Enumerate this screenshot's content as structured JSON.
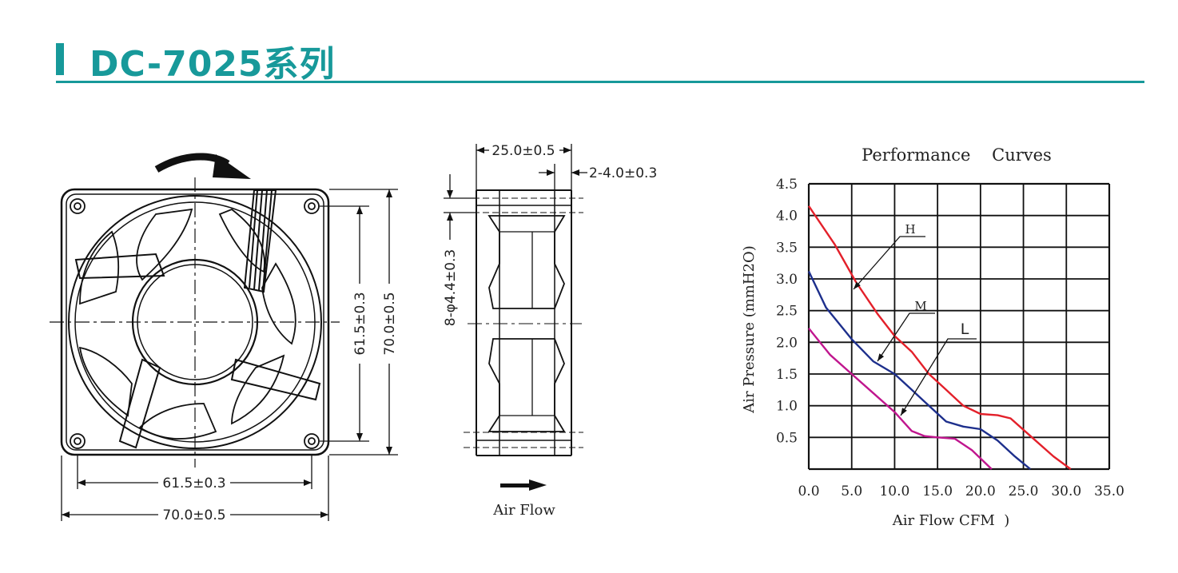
{
  "header": {
    "title": "DC-7025系列",
    "accent_color": "#17999a"
  },
  "front_view": {
    "dim_width_holes": "61.5±0.3",
    "dim_width_total": "70.0±0.5",
    "dim_height_holes": "61.5±0.3",
    "dim_height_total": "70.0±0.5",
    "icon": "rotation-arrow-icon"
  },
  "side_view": {
    "dim_thickness": "25.0±0.5",
    "dim_flange": "2-4.0±0.3",
    "dim_holes": "8-φ4.4±0.3",
    "airflow_label": "Air Flow",
    "icon": "airflow-arrow-icon"
  },
  "chart_data": {
    "type": "line",
    "title": "Performance    Curves",
    "xlabel": "Air Flow CFM  )",
    "ylabel": "Air Pressure (mmH2O)",
    "xlim": [
      0,
      35
    ],
    "ylim": [
      0,
      4.5
    ],
    "grid": true,
    "x_ticks": [
      "0.0",
      "5.0",
      "10.0",
      "15.0",
      "20.0",
      "25.0",
      "30.0",
      "35.0"
    ],
    "y_ticks": [
      "0.5",
      "1.0",
      "1.5",
      "2.0",
      "2.5",
      "3.0",
      "3.5",
      "4.0",
      "4.5"
    ],
    "series": [
      {
        "name": "H",
        "color": "#e3202a",
        "points": [
          [
            0,
            4.15
          ],
          [
            3,
            3.55
          ],
          [
            5.5,
            2.95
          ],
          [
            8,
            2.45
          ],
          [
            10,
            2.1
          ],
          [
            12,
            1.85
          ],
          [
            14,
            1.5
          ],
          [
            16,
            1.25
          ],
          [
            18,
            1.0
          ],
          [
            20,
            0.87
          ],
          [
            22,
            0.85
          ],
          [
            23.5,
            0.8
          ],
          [
            26,
            0.5
          ],
          [
            28.5,
            0.2
          ],
          [
            30.5,
            0
          ]
        ]
      },
      {
        "name": "M",
        "color": "#1d2f8c",
        "points": [
          [
            0,
            3.12
          ],
          [
            2,
            2.55
          ],
          [
            5,
            2.05
          ],
          [
            7.5,
            1.7
          ],
          [
            10,
            1.5
          ],
          [
            12,
            1.25
          ],
          [
            14,
            1.0
          ],
          [
            16,
            0.75
          ],
          [
            18,
            0.67
          ],
          [
            20,
            0.63
          ],
          [
            22,
            0.45
          ],
          [
            24,
            0.2
          ],
          [
            25.8,
            0
          ]
        ]
      },
      {
        "name": "L",
        "color": "#c0168e",
        "points": [
          [
            0,
            2.22
          ],
          [
            2.5,
            1.8
          ],
          [
            5,
            1.5
          ],
          [
            7.5,
            1.2
          ],
          [
            10,
            0.9
          ],
          [
            12,
            0.6
          ],
          [
            13.5,
            0.52
          ],
          [
            15,
            0.5
          ],
          [
            17,
            0.48
          ],
          [
            19,
            0.3
          ],
          [
            21.3,
            0
          ]
        ]
      }
    ]
  }
}
